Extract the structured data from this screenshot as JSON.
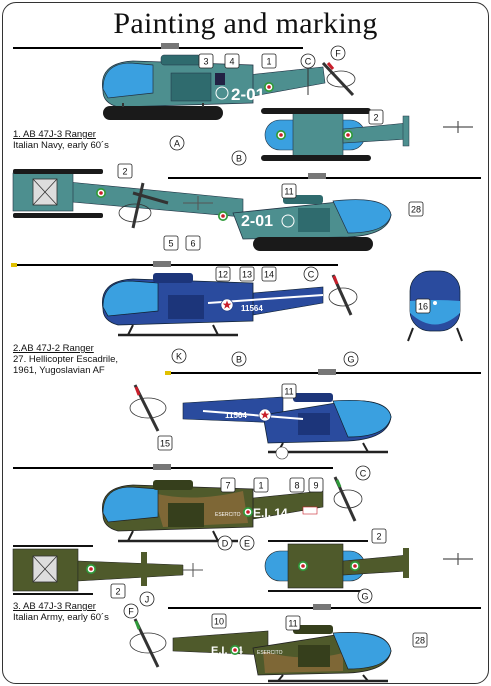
{
  "title": "Painting and marking",
  "schemes": [
    {
      "name": "1.  AB 47J-3 Ranger",
      "desc": [
        "Italian Navy, early 60´s"
      ]
    },
    {
      "name": "2.AB 47J-2 Ranger",
      "desc": [
        "27. Hellicopter Escadrile,",
        "1961, Yugoslavian AF"
      ]
    },
    {
      "name": "3. AB 47J-3 Ranger",
      "desc": [
        "Italian Army, early 60´s"
      ]
    }
  ],
  "markings": {
    "navy_code": "2-01",
    "yugo_serial": "11564",
    "army_code": "E.I. 14",
    "army_text": "ESERCITO"
  },
  "callouts": {
    "s1_side": [
      "3",
      "4",
      "1",
      "C",
      "F",
      "A"
    ],
    "s1_top": [
      "2",
      "B"
    ],
    "s1_rside": [
      "2",
      "11",
      "28",
      "5",
      "6"
    ],
    "s2_side": [
      "12",
      "13",
      "14",
      "C",
      "16"
    ],
    "s2_rside": [
      "K",
      "B",
      "G",
      "11",
      "15"
    ],
    "s3_side": [
      "7",
      "1",
      "8",
      "9",
      "C",
      "D",
      "E"
    ],
    "s3_top": [
      "2",
      "2"
    ],
    "s3_rside": [
      "G",
      "J",
      "F",
      "10",
      "11",
      "28"
    ]
  },
  "colors": {
    "navy_body": "#4d8f8f",
    "navy_dark": "#2f6b6e",
    "canopy_blue": "#3aa0e0",
    "yugo_body": "#2a4b9e",
    "yugo_dark": "#1c357a",
    "army_green": "#4f5a2b",
    "army_brown": "#8a6a3a",
    "roundel_red": "#c81e2a",
    "roundel_green": "#2f9a3a"
  }
}
